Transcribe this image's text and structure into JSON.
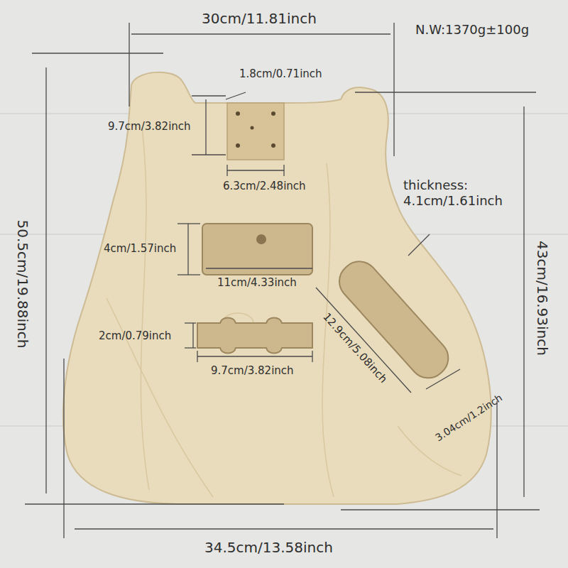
{
  "diagram": {
    "labels": [
      "30cm/11.81inch",
      "N.W:1370g±100g",
      "1.8cm/0.71inch",
      "9.7cm/3.82inch",
      "6.3cm/2.48inch",
      "thickness: 4.1cm/1.61inch",
      "4cm/1.57inch",
      "11cm/4.33inch",
      "12.9cm/5.08inch",
      "2cm/0.79inch",
      "9.7cm/3.82inch",
      "3.04cm/1.2inch",
      "50.5cm/19.88inch",
      "43cm/16.93inch",
      "34.5cm/13.58inch"
    ]
  }
}
